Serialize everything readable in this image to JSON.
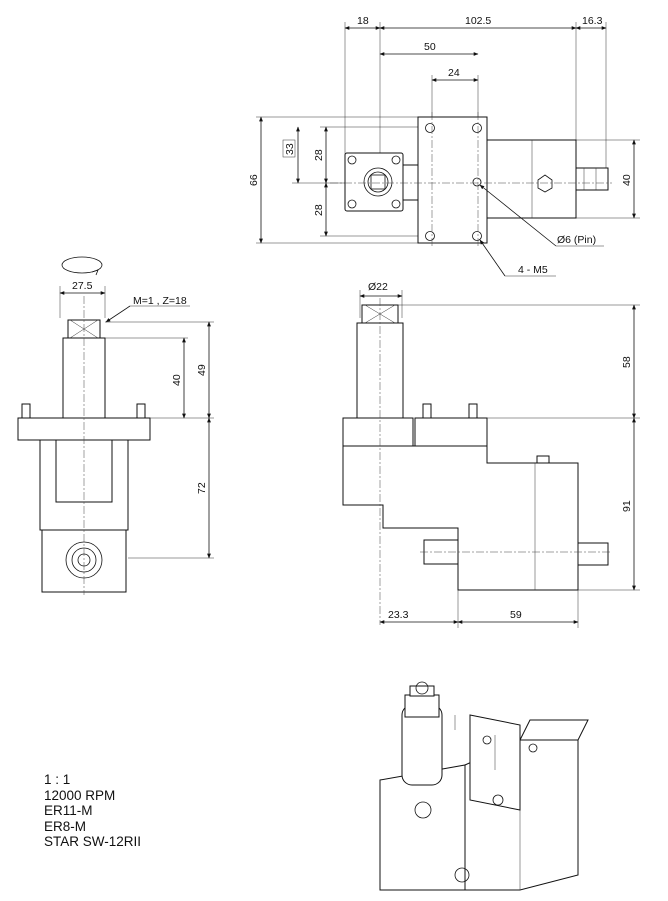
{
  "dimensions": {
    "top_18": "18",
    "top_102_5": "102.5",
    "top_16_3": "16.3",
    "top_50": "50",
    "top_24": "24",
    "top_33": "33",
    "top_28a": "28",
    "top_28b": "28",
    "top_66": "66",
    "top_40": "40",
    "pin": "Ø6 (Pin)",
    "thread": "4 - M5",
    "left_27_5": "27.5",
    "gear": "M=1 , Z=18",
    "left_40": "40",
    "left_49": "49",
    "left_72": "72",
    "right_d22": "Ø22",
    "right_58": "58",
    "right_91": "91",
    "right_23_3": "23.3",
    "right_59": "59"
  },
  "notes": {
    "scale": "1 : 1",
    "rpm": "12000 RPM",
    "collet1": "ER11-M",
    "collet2": "ER8-M",
    "model": "STAR SW-12RII"
  }
}
